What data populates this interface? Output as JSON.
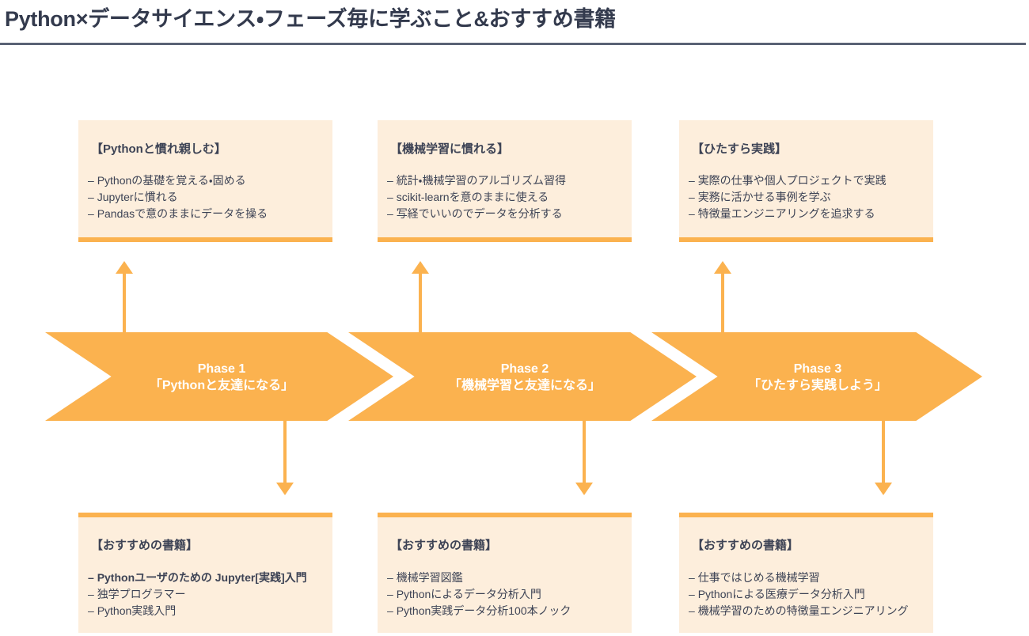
{
  "header": {
    "title": "Python×データサイエンス・フェーズ毎に学ぶこと&おすすめ書籍",
    "rule_color": "#5a6275",
    "title_color": "#333a4d"
  },
  "theme": {
    "accent": "#fbb24f",
    "card_background": "#fdeedc",
    "text": "#3d4355",
    "chevron_label_color": "#ffffff",
    "page_background": "#ffffff"
  },
  "phases": [
    {
      "id": "phase-1",
      "chevron_line1": "Phase 1",
      "chevron_line2": "「Pythonと友達になる」",
      "learn": {
        "heading": "【Pythonと慣れ親しむ】",
        "items": [
          {
            "text": "Pythonの基礎を覚える・固める",
            "bold": false
          },
          {
            "text": "Jupyterに慣れる",
            "bold": false
          },
          {
            "text": "Pandasで意のままにデータを操る",
            "bold": false
          }
        ]
      },
      "books": {
        "heading": "【おすすめの書籍】",
        "items": [
          {
            "text": "Pythonユーザのための Jupyter[実践]入門",
            "bold": true
          },
          {
            "text": "独学プログラマー",
            "bold": false
          },
          {
            "text": "Python実践入門",
            "bold": false
          }
        ]
      }
    },
    {
      "id": "phase-2",
      "chevron_line1": "Phase 2",
      "chevron_line2": "「機械学習と友達になる」",
      "learn": {
        "heading": "【機械学習に慣れる】",
        "items": [
          {
            "text": "統計・機械学習のアルゴリズム習得",
            "bold": false
          },
          {
            "text": "scikit-learnを意のままに使える",
            "bold": false
          },
          {
            "text": "写経でいいのでデータを分析する",
            "bold": false
          }
        ]
      },
      "books": {
        "heading": "【おすすめの書籍】",
        "items": [
          {
            "text": "機械学習図鑑",
            "bold": false
          },
          {
            "text": "Pythonによるデータ分析入門",
            "bold": false
          },
          {
            "text": "Python実践データ分析100本ノック",
            "bold": false
          }
        ]
      }
    },
    {
      "id": "phase-3",
      "chevron_line1": "Phase 3",
      "chevron_line2": "「ひたすら実践しよう」",
      "learn": {
        "heading": "【ひたすら実践】",
        "items": [
          {
            "text": "実際の仕事や個人プロジェクトで実践",
            "bold": false
          },
          {
            "text": "実務に活かせる事例を学ぶ",
            "bold": false
          },
          {
            "text": "特徴量エンジニアリングを追求する",
            "bold": false
          }
        ]
      },
      "books": {
        "heading": "【おすすめの書籍】",
        "items": [
          {
            "text": "仕事ではじめる機械学習",
            "bold": false
          },
          {
            "text": "Pythonによる医療データ分析入門",
            "bold": false
          },
          {
            "text": "機械学習のための特徴量エンジニアリング",
            "bold": false
          }
        ]
      }
    }
  ]
}
